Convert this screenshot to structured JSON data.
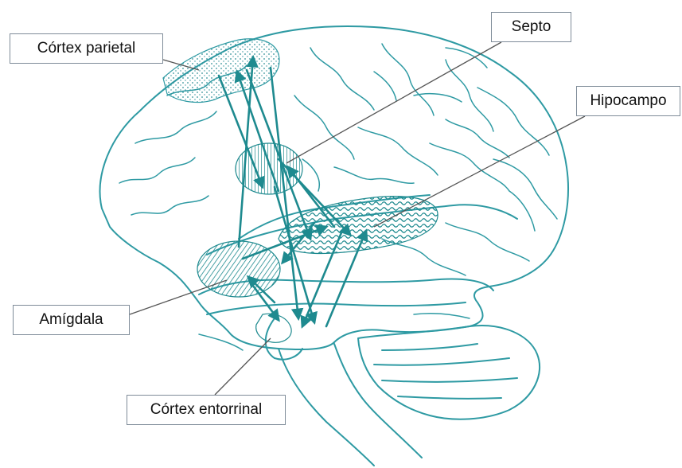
{
  "labels": {
    "cortex_parietal": "Córtex parietal",
    "septo": "Septo",
    "hipocampo": "Hipocampo",
    "amigdala": "Amígdala",
    "cortex_entorrinal": "Córtex entorrinal"
  },
  "colors": {
    "outline": "#2e9aa3",
    "arrow": "#1e8a8f",
    "leader": "#555555"
  }
}
